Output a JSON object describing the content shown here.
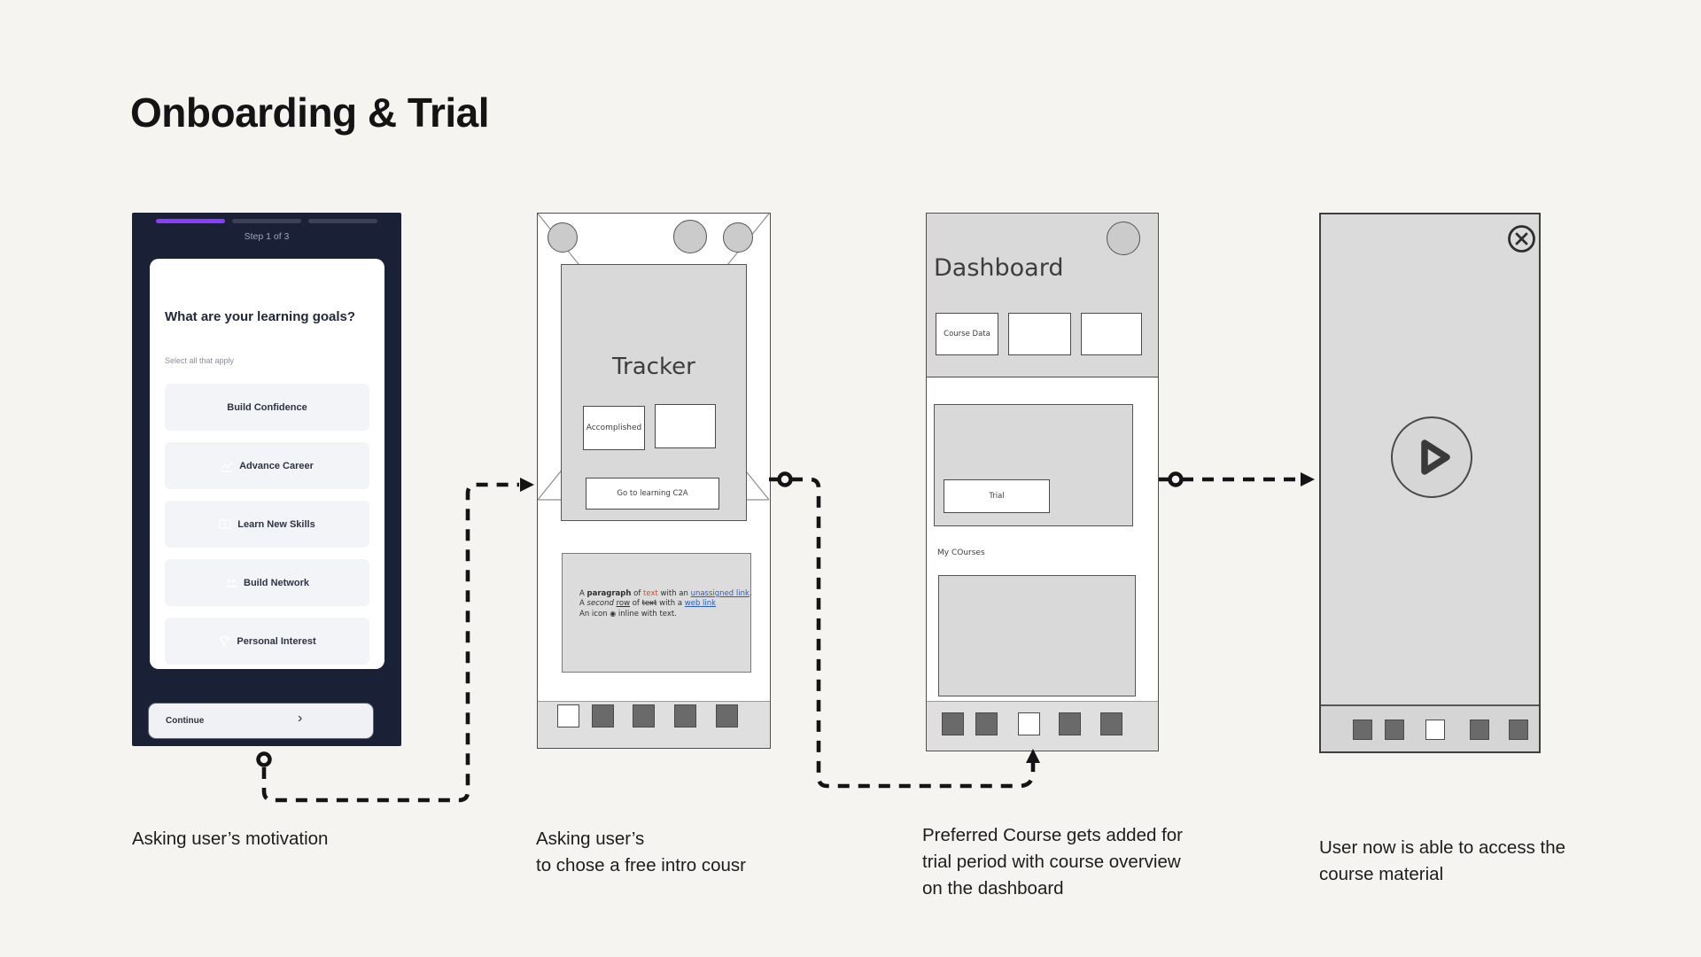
{
  "page": {
    "title": "Onboarding & Trial"
  },
  "colors": {
    "background": "#F6F4F0",
    "accent_purple": "#8B3DFF",
    "phone_navy": "#1A2036",
    "wireframe_gray": "#D9D9D9",
    "link_blue": "#2A5CC8",
    "text_red": "#D9472B",
    "connector_black": "#141414"
  },
  "screen1": {
    "step_label": "Step 1 of 3",
    "question": "What are your learning goals?",
    "subtitle": "Select all that apply",
    "options": [
      {
        "label": "Build Confidence",
        "icon": "none"
      },
      {
        "label": "Advance Career",
        "icon": "chart-icon"
      },
      {
        "label": "Learn New Skills",
        "icon": "book-icon"
      },
      {
        "label": "Build Network",
        "icon": "people-icon"
      },
      {
        "label": "Personal Interest",
        "icon": "trophy-icon"
      }
    ],
    "continue_label": "Continue",
    "continue_chevron": "›",
    "caption": "Asking user’s motivation"
  },
  "screen2": {
    "title": "Tracker",
    "accomplished_label": "Accomplished",
    "cta_label": "Go to learning C2A",
    "paragraph_lines": [
      [
        {
          "t": "A ",
          "s": "n"
        },
        {
          "t": "paragraph",
          "s": "b"
        },
        {
          "t": " of ",
          "s": "n"
        },
        {
          "t": "text",
          "s": "red"
        },
        {
          "t": " with an ",
          "s": "n"
        },
        {
          "t": "unassigned link",
          "s": "link"
        },
        {
          "t": ".",
          "s": "n"
        }
      ],
      [
        {
          "t": "A ",
          "s": "n"
        },
        {
          "t": "second",
          "s": "i"
        },
        {
          "t": " ",
          "s": "n"
        },
        {
          "t": "row",
          "s": "u"
        },
        {
          "t": " of ",
          "s": "n"
        },
        {
          "t": "text",
          "s": "strike"
        },
        {
          "t": " with a ",
          "s": "n"
        },
        {
          "t": "web link",
          "s": "link"
        }
      ],
      [
        {
          "t": "An icon ",
          "s": "n"
        },
        {
          "t": "◉",
          "s": "icon"
        },
        {
          "t": " inline with text.",
          "s": "n"
        }
      ]
    ],
    "caption_lines": [
      "Asking user’s",
      "to chose a free intro cousr"
    ]
  },
  "screen3": {
    "title": "Dashboard",
    "card1_label": "Course Data",
    "trial_label": "Trial",
    "section_label": "My COurses",
    "caption_lines": [
      "Preferred Course gets added for",
      "trial period with course overview",
      "on the dashboard"
    ]
  },
  "screen4": {
    "close_icon": "close-icon",
    "play_icon": "play-icon",
    "caption_lines": [
      "User now is able to access the",
      "course material"
    ]
  }
}
